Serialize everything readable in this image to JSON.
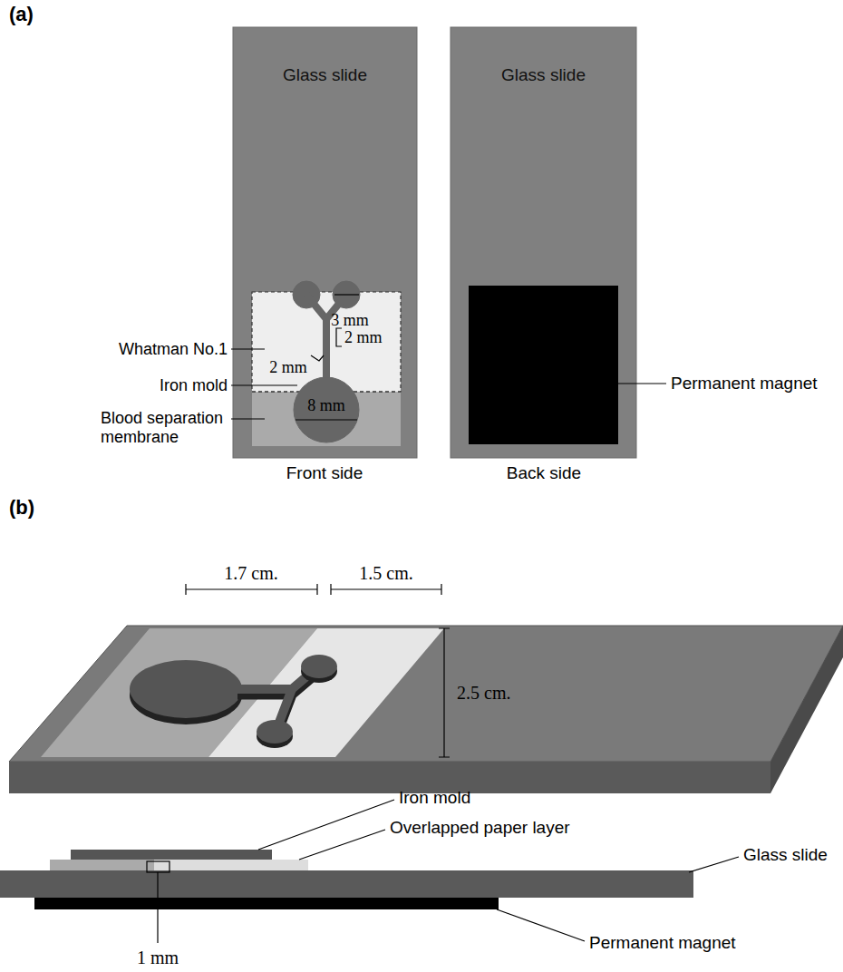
{
  "diagram": {
    "nodes": [
      {
        "text": [
          "Glass slide"
        ]
      },
      {
        "text": [
          "Glass slide"
        ]
      }
    ],
    "labels": [
      "(a)",
      "Whatman No.1",
      "3 mm",
      "2 mm",
      "2 mm",
      "Iron mold",
      "Blood separation membrane",
      "8 mm",
      "Front side",
      "Back side",
      "Permanent magnet",
      "(b)",
      "1.7 cm.",
      "1.5 cm.",
      "2.5 cm.",
      "Iron mold",
      "Overlapped paper layer",
      "Glass slide",
      "Permanent magnet",
      "1 mm"
    ]
  }
}
